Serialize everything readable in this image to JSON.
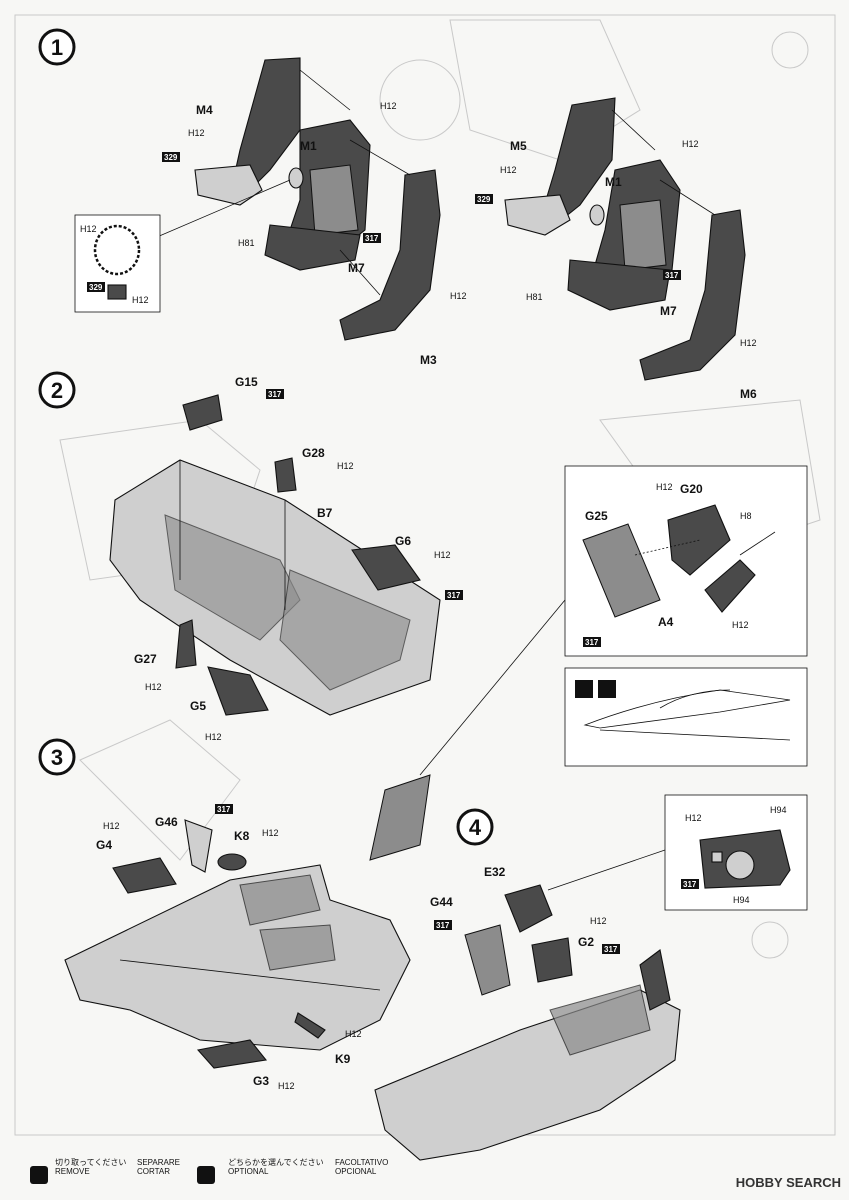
{
  "steps": [
    "1",
    "2",
    "3",
    "4"
  ],
  "parts": {
    "step1": {
      "m4": "M4",
      "m1a": "M1",
      "m7a": "M7",
      "m3": "M3",
      "m5": "M5",
      "m1b": "M1",
      "m7b": "M7",
      "m6": "M6"
    },
    "step2": {
      "g15": "G15",
      "g28": "G28",
      "b7": "B7",
      "g6": "G6",
      "g27": "G27",
      "g5": "G5",
      "g25": "G25",
      "g20": "G20",
      "a4": "A4"
    },
    "step3": {
      "g46": "G46",
      "k8": "K8",
      "g4": "G4",
      "k9": "K9",
      "g3": "G3"
    },
    "step4": {
      "e32": "E32",
      "g44": "G44",
      "g2": "G2"
    }
  },
  "paint": {
    "h12": "H12",
    "h81": "H81",
    "h8": "H8",
    "h94": "H94",
    "c329": "329",
    "c317": "317"
  },
  "footer": {
    "col1": [
      "切り取ってください",
      "REMOVE"
    ],
    "col2": [
      "SEPARARE",
      "CORTAR"
    ],
    "col3": [
      "どちらかを選んでください",
      "OPTIONAL"
    ],
    "col4": [
      "FACOLTATIVO",
      "OPCIONAL"
    ]
  },
  "watermark": "HOBBY SEARCH"
}
